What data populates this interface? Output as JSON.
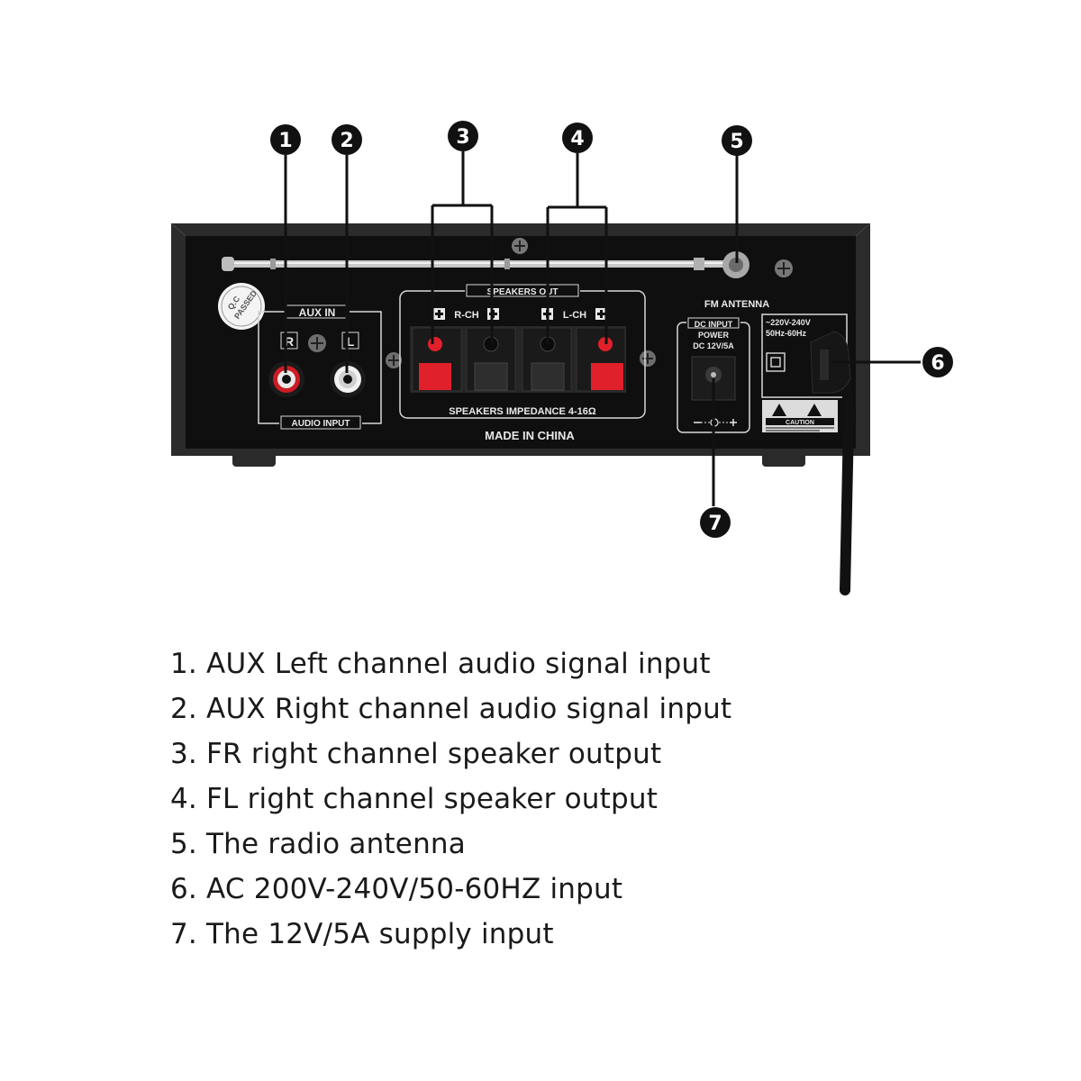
{
  "markers": [
    "1",
    "2",
    "3",
    "4",
    "5",
    "6",
    "7"
  ],
  "panel": {
    "qc_passed": [
      "Q.C",
      "PASSED"
    ],
    "aux_in": "AUX IN",
    "aux_r": "R",
    "aux_l": "L",
    "audio_input": "AUDIO INPUT",
    "speakers_out": "SPEAKERS OUT",
    "r_ch": "R-CH",
    "l_ch": "L-CH",
    "speakers_impedance": "SPEAKERS IMPEDANCE 4-16Ω",
    "made_in": "MADE IN CHINA",
    "fm_antenna": "FM ANTENNA",
    "dc_input": "DC INPUT",
    "power": "POWER",
    "dc_rating": "DC 12V/5A",
    "ac_voltage": "~220V-240V",
    "ac_freq": "50Hz-60Hz",
    "caution": "CAUTION"
  },
  "legend": [
    "1. AUX Left channel audio signal input",
    "2. AUX Right channel audio signal input",
    "3. FR right channel speaker output",
    "4. FL right channel speaker output",
    "5. The radio antenna",
    "6. AC 200V-240V/50-60HZ input",
    "7. The 12V/5A supply input"
  ],
  "colors": {
    "panel_body": "#0f0f0f",
    "panel_frame": "#2b2b2b",
    "print": "#e8e8e8",
    "red_terminal": "#e0202a",
    "marker_fill": "#111111",
    "leader": "#111111"
  }
}
